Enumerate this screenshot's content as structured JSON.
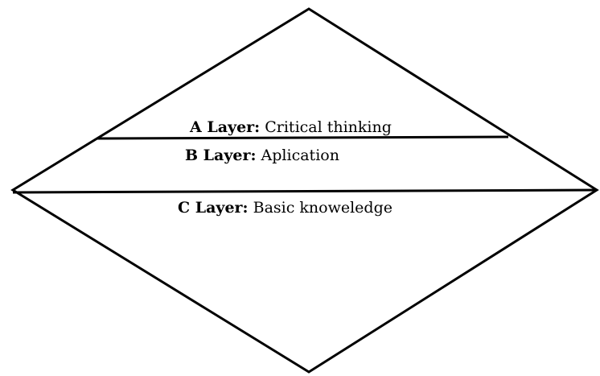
{
  "layers": {
    "a": {
      "name": "A Layer:",
      "description": "Critical thinking"
    },
    "b": {
      "name": "B Layer:",
      "description": "Aplication"
    },
    "c": {
      "name": "C Layer:",
      "description": "Basic knoweledge"
    }
  },
  "colors": {
    "stroke": "#000000",
    "background": "#ffffff"
  }
}
